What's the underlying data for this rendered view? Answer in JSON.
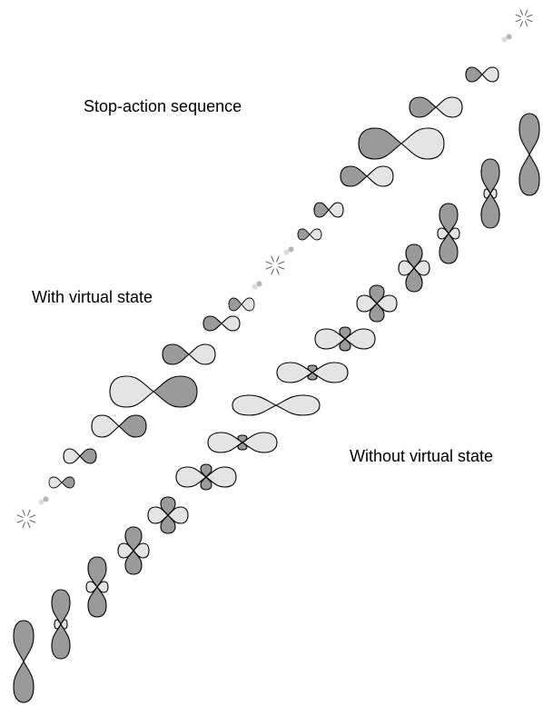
{
  "labels": {
    "stop_action": "Stop-action sequence",
    "with_virtual": "With virtual state",
    "without_virtual": "Without virtual state"
  },
  "colors": {
    "dark_lobe": "#9a9a9a",
    "light_lobe": "#e4e4e4",
    "faint_dark": "#b4b4b4",
    "faint_light": "#dcdcdc",
    "outline": "#000000",
    "sparkle": "#555555"
  }
}
